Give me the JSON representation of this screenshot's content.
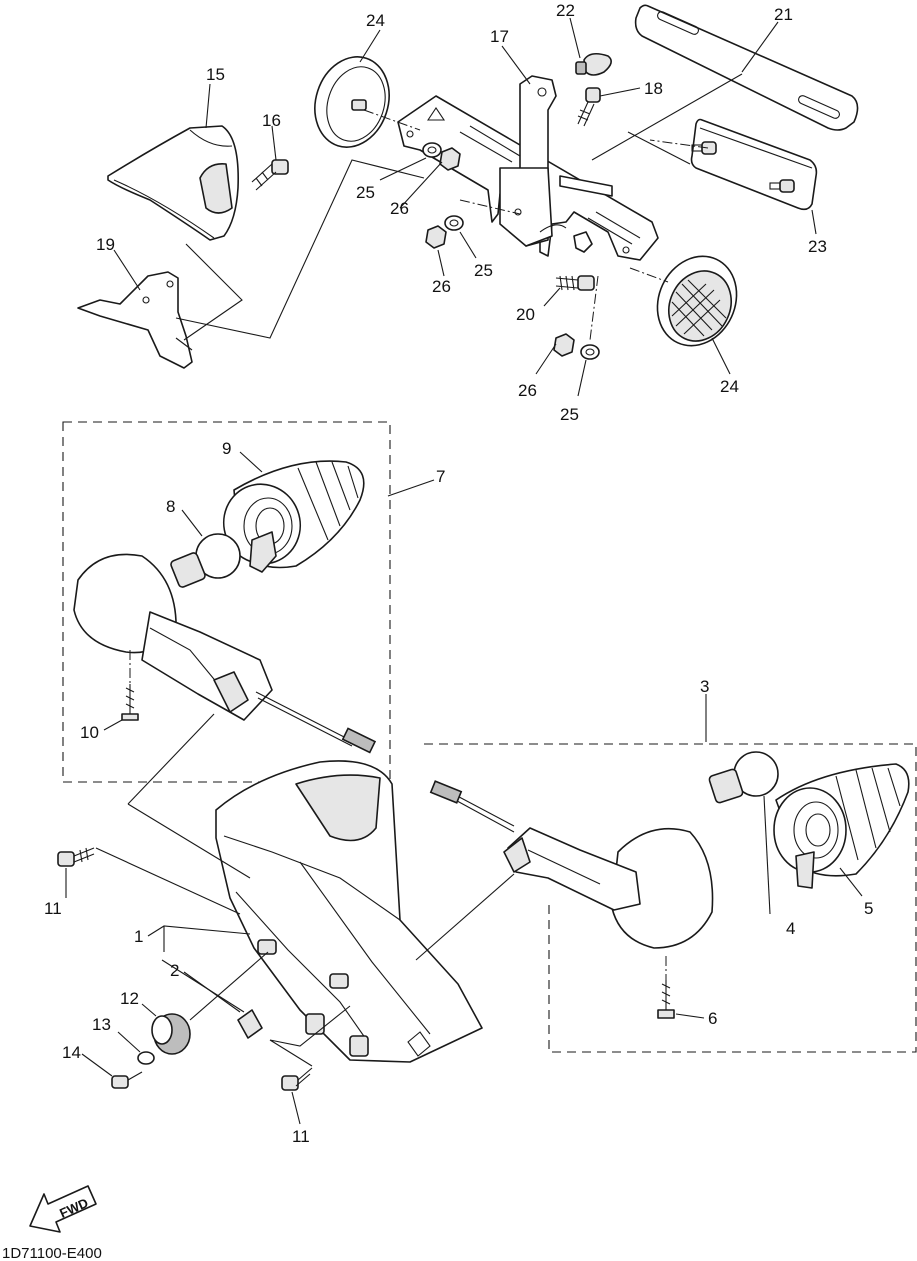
{
  "diagram": {
    "callouts": {
      "c1": "1",
      "c2": "2",
      "c3": "3",
      "c4": "4",
      "c5": "5",
      "c6": "6",
      "c7": "7",
      "c8": "8",
      "c9": "9",
      "c10": "10",
      "c11a": "11",
      "c11b": "11",
      "c12": "12",
      "c13": "13",
      "c14": "14",
      "c15": "15",
      "c16": "16",
      "c17": "17",
      "c18": "18",
      "c19": "19",
      "c20": "20",
      "c21": "21",
      "c22": "22",
      "c23": "23",
      "c24a": "24",
      "c24b": "24",
      "c25a": "25",
      "c25b": "25",
      "c25c": "25",
      "c26a": "26",
      "c26b": "26",
      "c26c": "26"
    },
    "fwd_label": "FWD",
    "drawing_code": "1D71100-E400"
  }
}
